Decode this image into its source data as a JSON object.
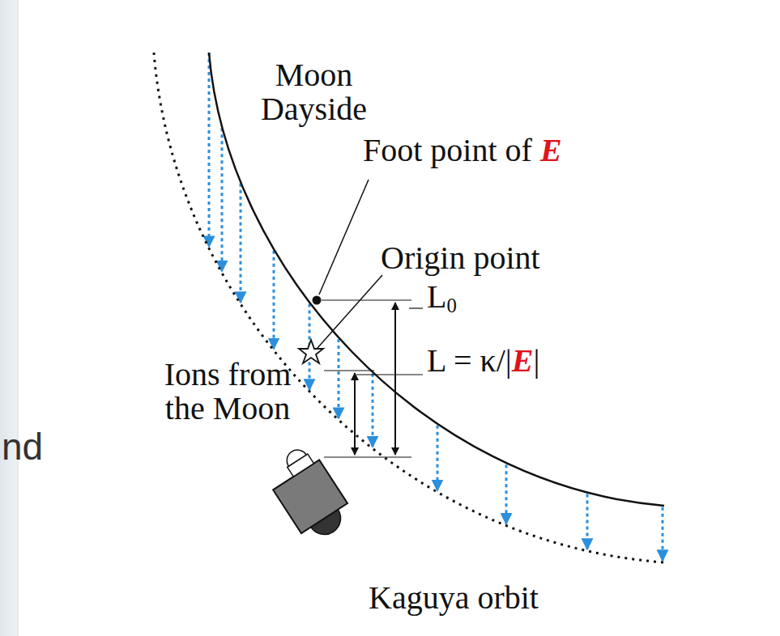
{
  "diagram": {
    "labels": [
      "Moon Dayside",
      "Foot point of E",
      "Origin point",
      "Ions from the Moon",
      "L0",
      "L = κ/|E|",
      "nd",
      "Kaguya orbit"
    ]
  }
}
